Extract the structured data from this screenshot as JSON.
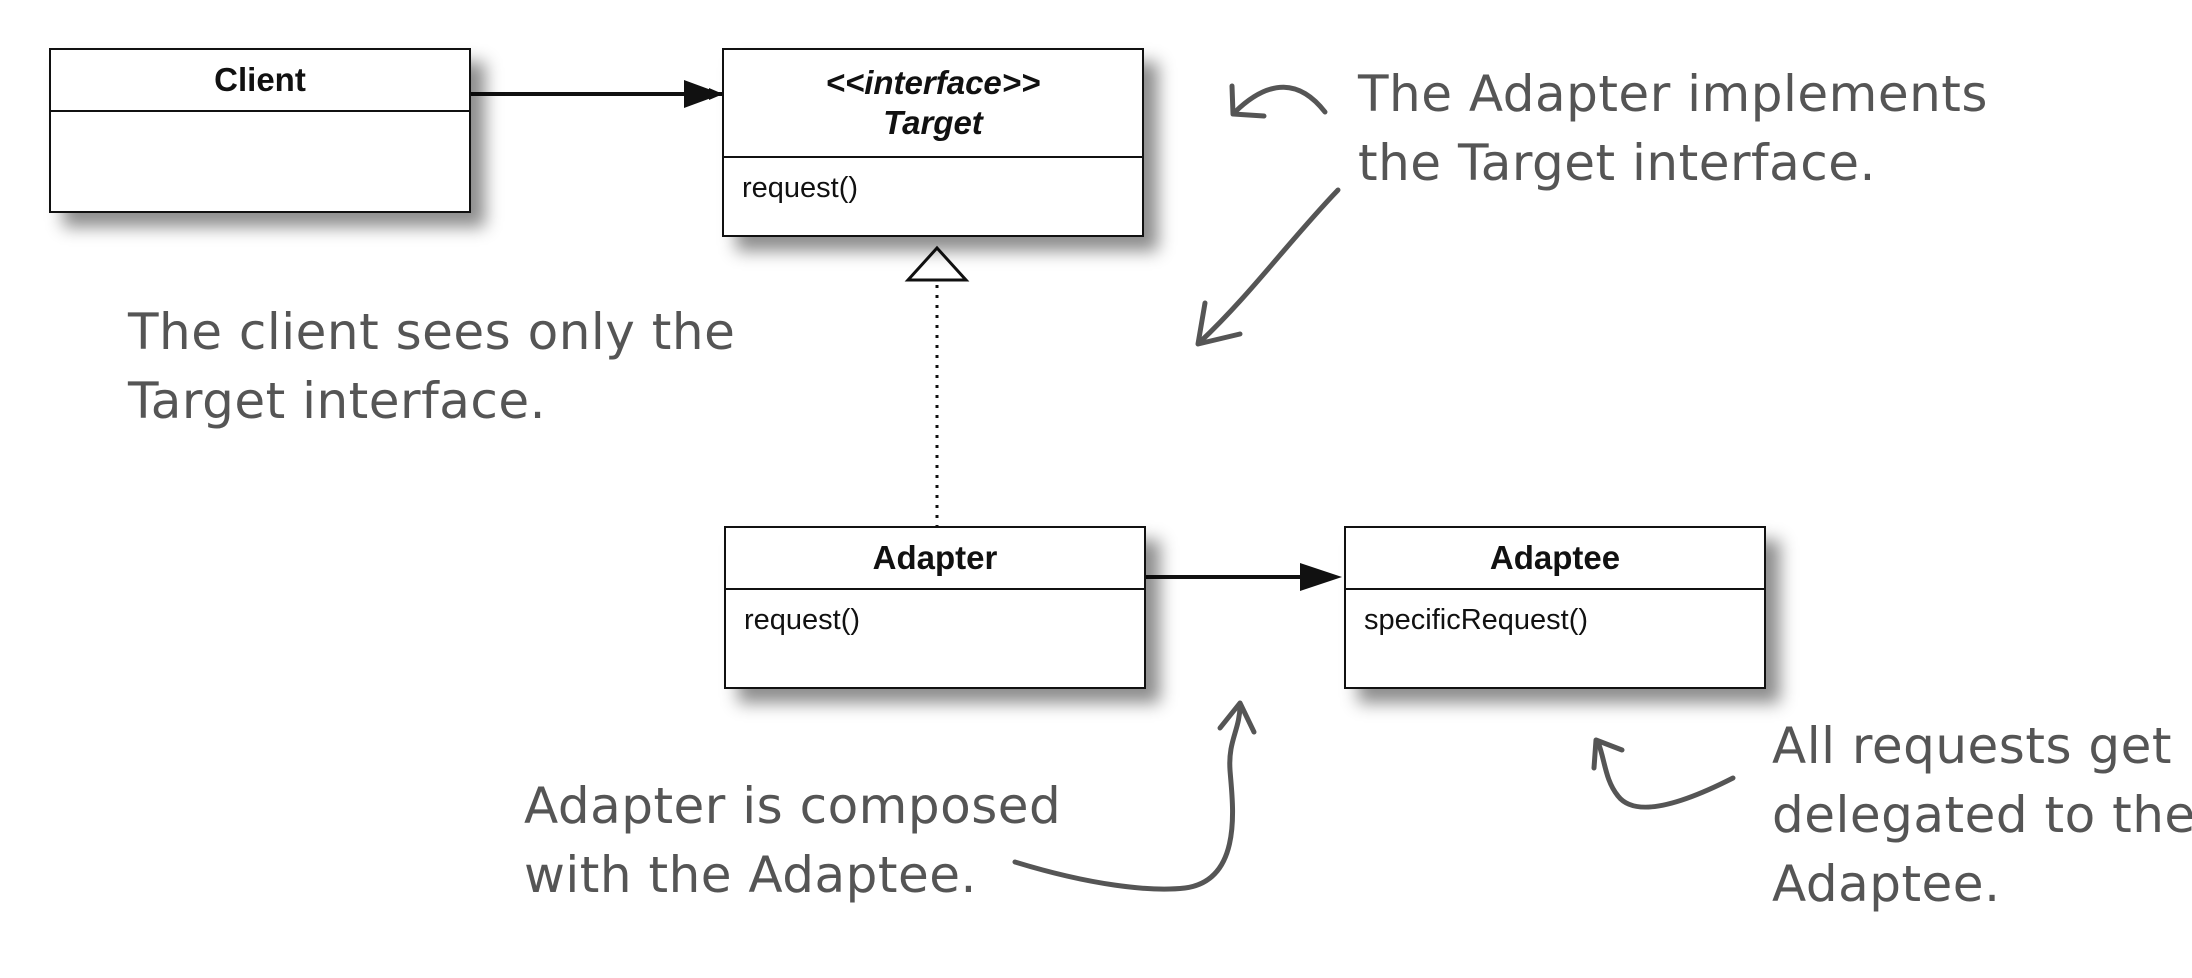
{
  "classes": {
    "client": {
      "name": "Client"
    },
    "target": {
      "stereotype": "<<interface>>",
      "name": "Target",
      "method": "request()"
    },
    "adapter": {
      "name": "Adapter",
      "method": "request()"
    },
    "adaptee": {
      "name": "Adaptee",
      "method": "specificRequest()"
    }
  },
  "notes": {
    "client_sees": [
      "The client sees only the",
      "Target interface."
    ],
    "adapter_implements": [
      "The Adapter implements",
      "the Target interface."
    ],
    "adapter_composed": [
      "Adapter is composed",
      "with the Adaptee."
    ],
    "requests_delegated": [
      "All requests get",
      "delegated to the",
      "Adaptee."
    ]
  },
  "colors": {
    "line": "#111111",
    "note_text": "#555555",
    "note_arrow": "#555555"
  }
}
